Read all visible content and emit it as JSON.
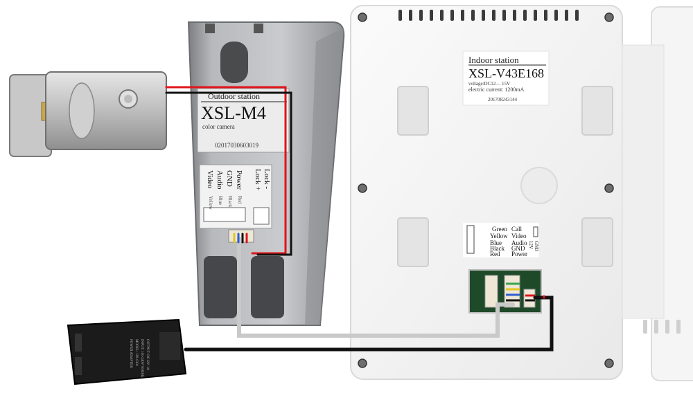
{
  "outdoor_station": {
    "header": "Outdoor station",
    "model": "XSL-M4",
    "subtitle": "color camera",
    "serial": "02017030603019",
    "terminals": [
      "Power",
      "GND",
      "Audio",
      "Video"
    ],
    "terminal_colors": [
      "Red",
      "Black",
      "Blue",
      "Yellow"
    ],
    "lock_labels": [
      "Lock -",
      "Lock +"
    ]
  },
  "indoor_station": {
    "header": "Indoor station",
    "model": "XSL-V43E168",
    "voltage": "voltage:DC12— 15V",
    "current": "electric current: 1200mA",
    "serial": "201708243144",
    "wire_rows": [
      {
        "color": "Green",
        "signal": "Call"
      },
      {
        "color": "Yellow",
        "signal": "Video"
      },
      {
        "color": "Blue",
        "signal": "Audio"
      },
      {
        "color": "Black",
        "signal": "GND"
      },
      {
        "color": "Red",
        "signal": "Power"
      }
    ],
    "power_labels": [
      "GND",
      "12V"
    ]
  },
  "adapter": {
    "label_lines": [
      "POWER ADAPTER",
      "MODEL: HX-0301",
      "INPUT: 100-240V 50/60Hz",
      "OUTPUT: DC12V 1A"
    ]
  },
  "colors": {
    "wire_red": "#e0141a",
    "wire_black": "#111111",
    "wire_gray": "#c9c9c9",
    "housing_silver": "#a9abae",
    "panel_white": "#f3f3f3"
  }
}
